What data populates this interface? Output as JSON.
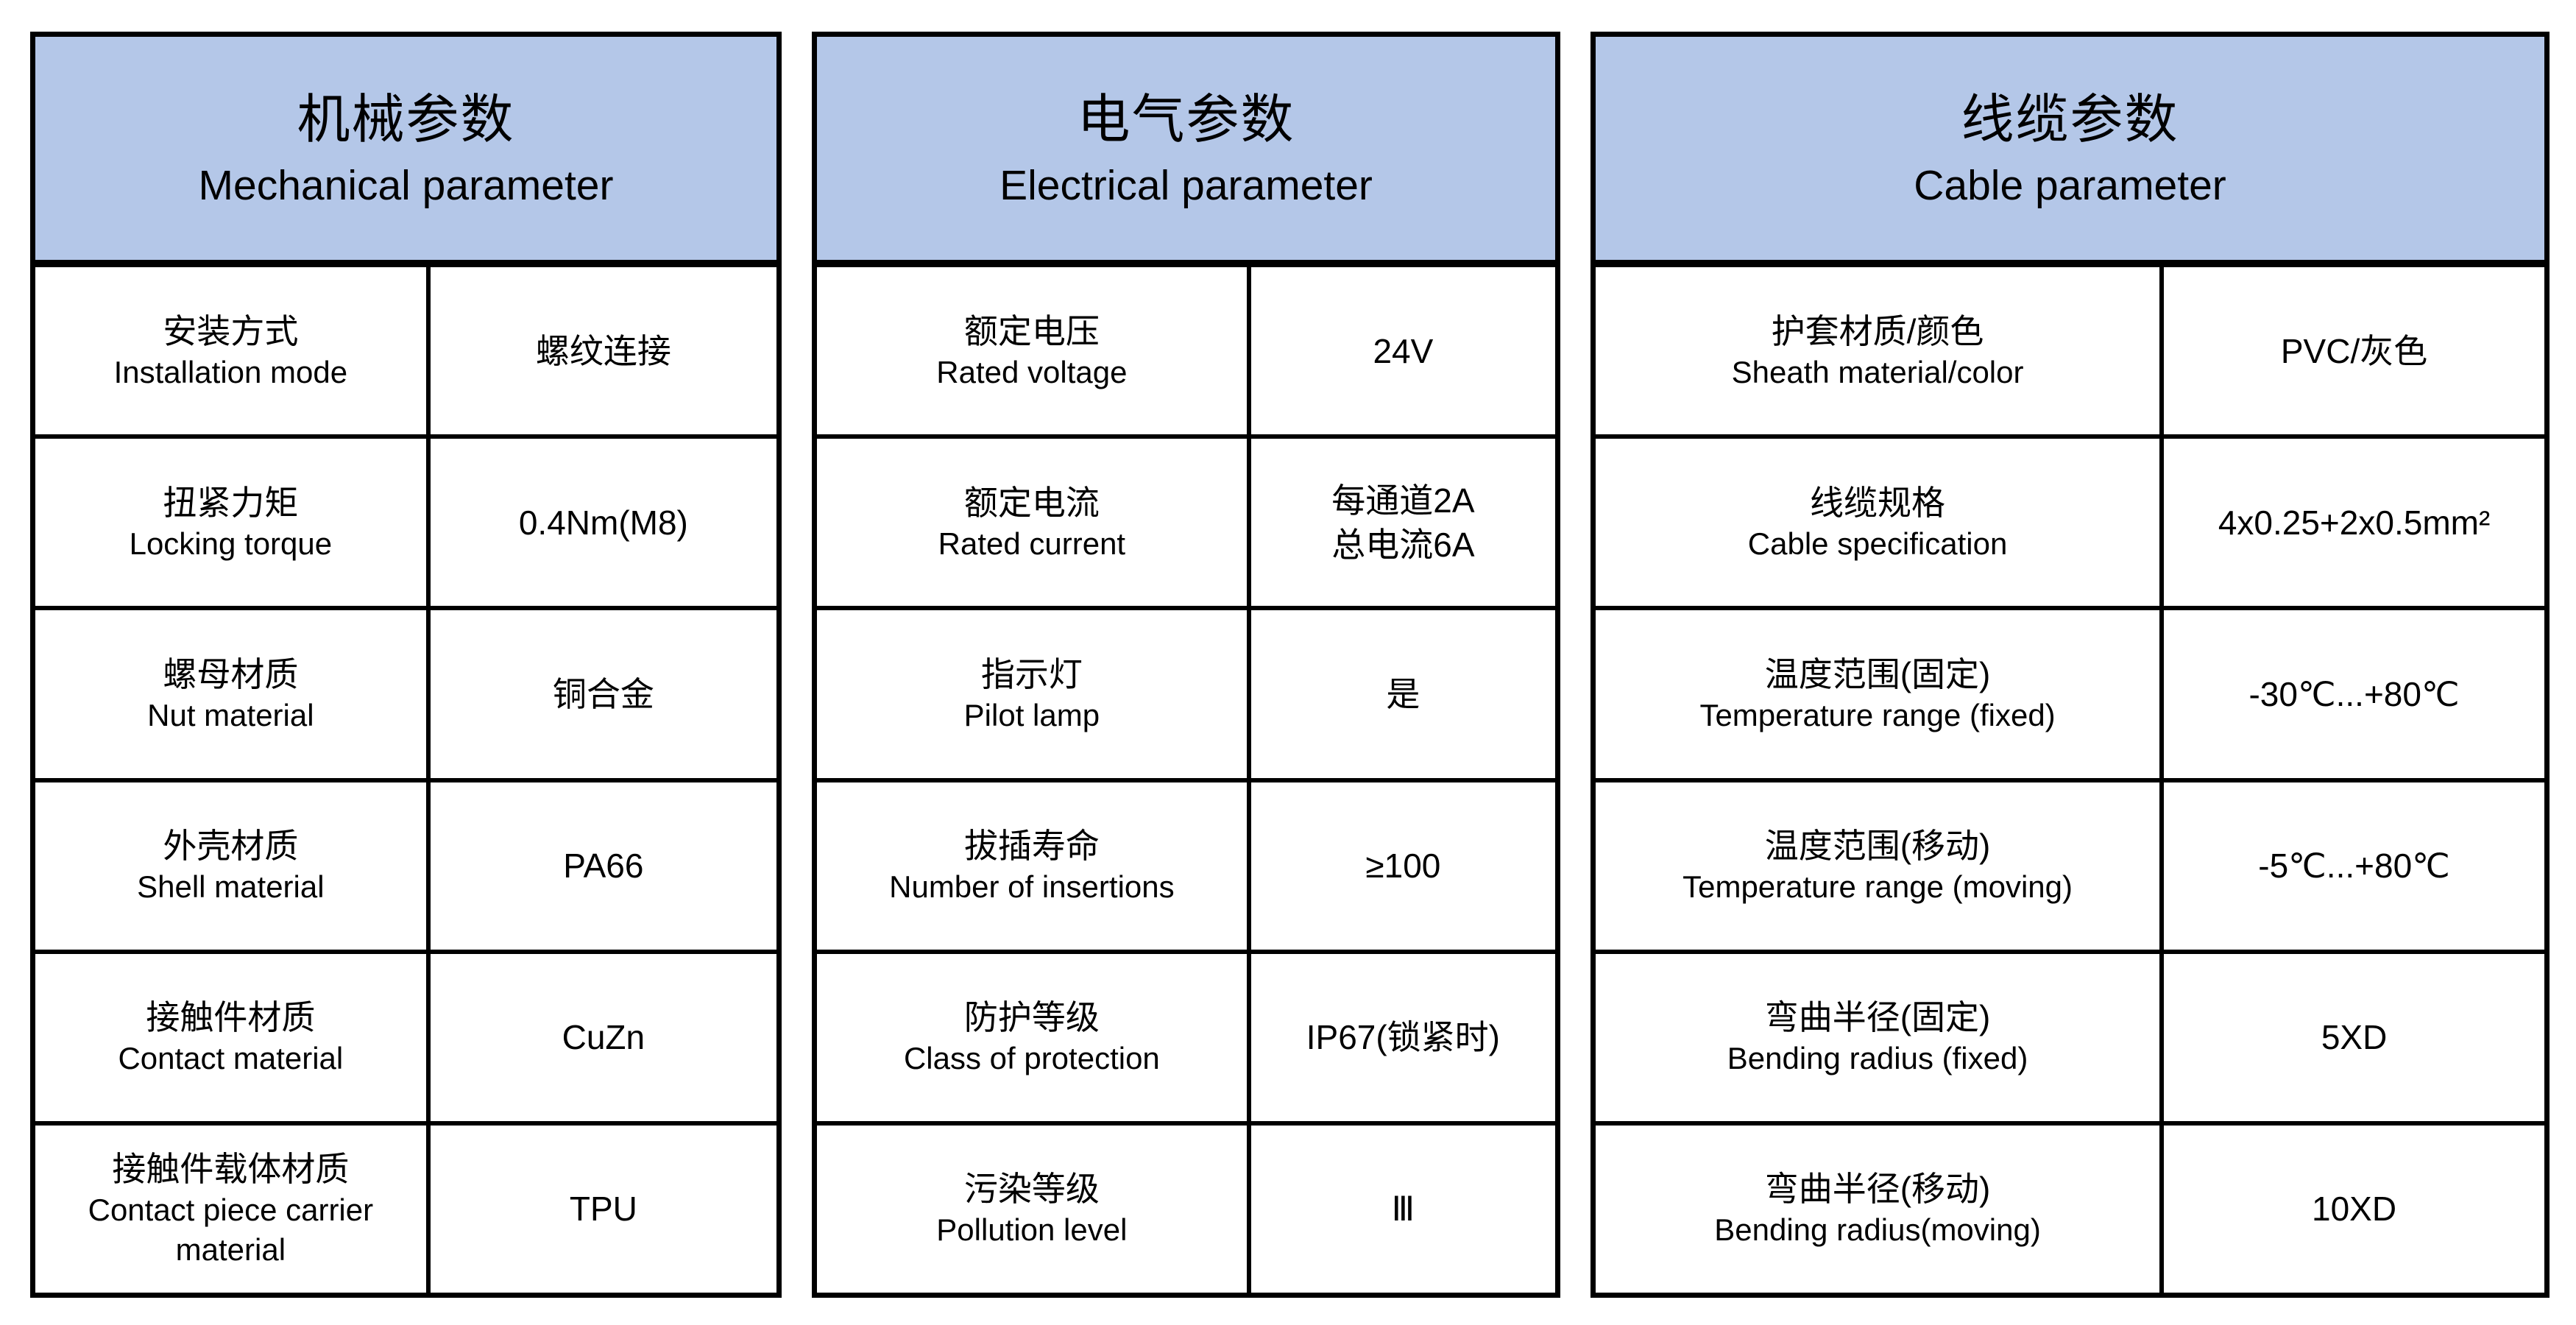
{
  "colors": {
    "header_background": "#b4c7e8",
    "border": "#000000",
    "text": "#000000"
  },
  "tables": [
    {
      "title_zh": "机械参数",
      "title_en": "Mechanical parameter",
      "rows": [
        {
          "label_zh": "安装方式",
          "label_en": "Installation mode",
          "value": "螺纹连接"
        },
        {
          "label_zh": "扭紧力矩",
          "label_en": "Locking torque",
          "value": "0.4Nm(M8)"
        },
        {
          "label_zh": "螺母材质",
          "label_en": "Nut material",
          "value": "铜合金"
        },
        {
          "label_zh": "外壳材质",
          "label_en": "Shell material",
          "value": "PA66"
        },
        {
          "label_zh": "接触件材质",
          "label_en": "Contact material",
          "value": "CuZn"
        },
        {
          "label_zh": "接触件载体材质",
          "label_en": "Contact piece carrier material",
          "value": "TPU"
        }
      ]
    },
    {
      "title_zh": "电气参数",
      "title_en": "Electrical parameter",
      "rows": [
        {
          "label_zh": "额定电压",
          "label_en": "Rated voltage",
          "value": "24V"
        },
        {
          "label_zh": "额定电流",
          "label_en": "Rated current",
          "value": "每通道2A\n总电流6A"
        },
        {
          "label_zh": "指示灯",
          "label_en": "Pilot lamp",
          "value": "是"
        },
        {
          "label_zh": "拔插寿命",
          "label_en": "Number of insertions",
          "value": "≥100"
        },
        {
          "label_zh": "防护等级",
          "label_en": "Class of protection",
          "value": "IP67(锁紧时)"
        },
        {
          "label_zh": "污染等级",
          "label_en": "Pollution level",
          "value": "Ⅲ"
        }
      ]
    },
    {
      "title_zh": "线缆参数",
      "title_en": "Cable parameter",
      "rows": [
        {
          "label_zh": "护套材质/颜色",
          "label_en": "Sheath material/color",
          "value": "PVC/灰色"
        },
        {
          "label_zh": "线缆规格",
          "label_en": "Cable specification",
          "value": "4x0.25+2x0.5mm²"
        },
        {
          "label_zh": "温度范围(固定)",
          "label_en": "Temperature range (fixed)",
          "value": "-30℃...+80℃"
        },
        {
          "label_zh": "温度范围(移动)",
          "label_en": "Temperature range (moving)",
          "value": "-5℃...+80℃"
        },
        {
          "label_zh": "弯曲半径(固定)",
          "label_en": "Bending radius (fixed)",
          "value": "5XD"
        },
        {
          "label_zh": "弯曲半径(移动)",
          "label_en": "Bending radius(moving)",
          "value": "10XD"
        }
      ]
    }
  ]
}
